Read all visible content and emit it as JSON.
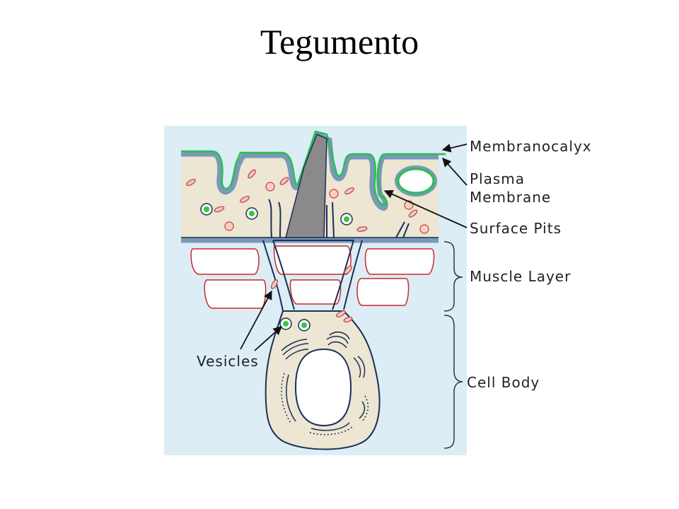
{
  "title": "Tegumento",
  "labels": {
    "membranocalyx": "Membranocalyx",
    "plasma_membrane_line1": "Plasma",
    "plasma_membrane_line2": "Membrane",
    "surface_pits": "Surface Pits",
    "muscle_layer": "Muscle Layer",
    "cell_body": "Cell Body",
    "vesicles": "Vesicles"
  },
  "colors": {
    "background_panel": "#dcedf6",
    "cytoplasm": "#ece6d2",
    "membrane_blue": "#7a98b8",
    "membranocalyx_green": "#24c24a",
    "outline": "#1b2e55",
    "muscle_outline": "#c8282c",
    "spine_gray": "#8a8a8a"
  }
}
